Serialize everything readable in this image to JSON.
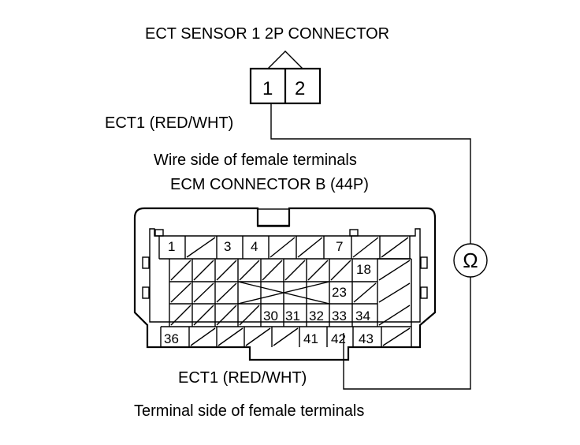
{
  "labels": {
    "sensor_connector": "ECT SENSOR 1 2P CONNECTOR",
    "sensor_wire": "ECT1 (RED/WHT)",
    "wire_side": "Wire side of female terminals",
    "ecm_connector": "ECM CONNECTOR B (44P)",
    "ecm_wire": "ECT1 (RED/WHT)",
    "terminal_side": "Terminal side of female terminals"
  },
  "sensor_pins": [
    "1",
    "2"
  ],
  "meter_symbol": "Ω",
  "ecm_pins": {
    "p1": "1",
    "p3": "3",
    "p4": "4",
    "p7": "7",
    "p18": "18",
    "p23": "23",
    "p30": "30",
    "p31": "31",
    "p32": "32",
    "p33": "33",
    "p34": "34",
    "p36": "36",
    "p41": "41",
    "p42": "42",
    "p43": "43"
  }
}
